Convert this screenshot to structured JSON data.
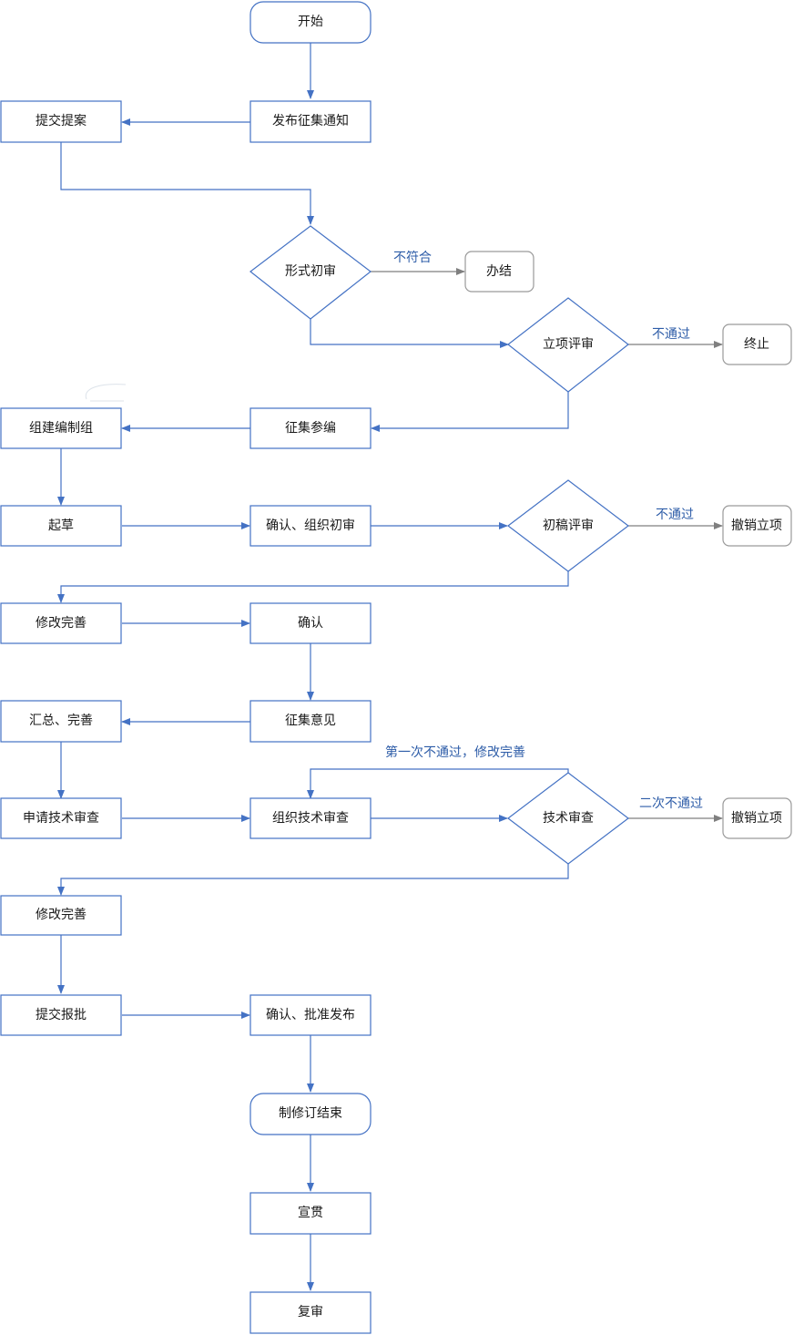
{
  "colors": {
    "node_border": "#4472c4",
    "terminal_border": "#9a9a9a",
    "arrow": "#4472c4",
    "gray_arrow": "#7f7f7f",
    "edge_label": "#2e5da8",
    "text": "#1a1a1a"
  },
  "nodes": {
    "start": "开始",
    "notice": "发布征集通知",
    "submit_proposal": "提交提案",
    "formal_review": "形式初审",
    "close_case": "办结",
    "project_review": "立项评审",
    "terminate": "终止",
    "collect_drafters": "征集参编",
    "form_team": "组建编制组",
    "draft": "起草",
    "confirm_org_review": "确认、组织初审",
    "first_draft_review": "初稿评审",
    "revoke_1": "撤销立项",
    "revise_1": "修改完善",
    "confirm": "确认",
    "collect_opinions": "征集意见",
    "summarize": "汇总、完善",
    "apply_tech_review": "申请技术审查",
    "org_tech_review": "组织技术审查",
    "tech_review": "技术审查",
    "revoke_2": "撤销立项",
    "revise_2": "修改完善",
    "submit_approval": "提交报批",
    "confirm_publish": "确认、批准发布",
    "end": "制修订结束",
    "promote": "宣贯",
    "re_review": "复审"
  },
  "edge_labels": {
    "not_compliant": "不符合",
    "not_passed_1": "不通过",
    "not_passed_2": "不通过",
    "first_fail": "第一次不通过，修改完善",
    "second_fail": "二次不通过"
  }
}
